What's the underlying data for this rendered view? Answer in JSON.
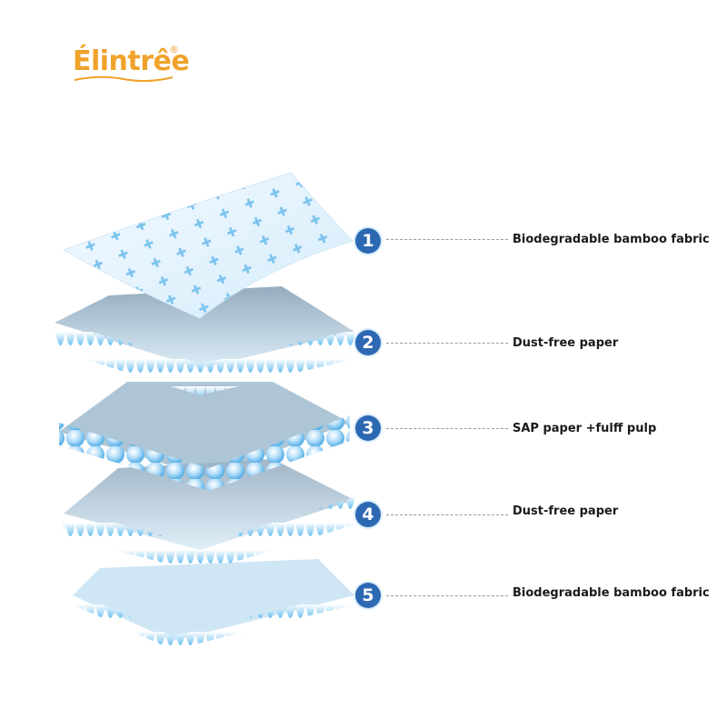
{
  "brand": {
    "name": "Élintrêe",
    "registered_mark": "®",
    "color": "#f0a22a"
  },
  "colors": {
    "badge": "#2d68b3",
    "layer_light": "#bfe3fb",
    "layer_accent": "#6cc0f0",
    "leader": "#9a9a9a"
  },
  "layers": [
    {
      "number": "1",
      "label": "Biodegradable bamboo fabric",
      "illustration": "perforated-top-sheet"
    },
    {
      "number": "2",
      "label": "Dust-free paper",
      "illustration": "wavy-paper-layer"
    },
    {
      "number": "3",
      "label": "SAP paper +fulff pulp",
      "illustration": "bead-absorbent-core"
    },
    {
      "number": "4",
      "label": "Dust-free paper",
      "illustration": "wavy-paper-layer"
    },
    {
      "number": "5",
      "label": "Biodegradable bamboo fabric",
      "illustration": "wavy-back-sheet"
    }
  ]
}
